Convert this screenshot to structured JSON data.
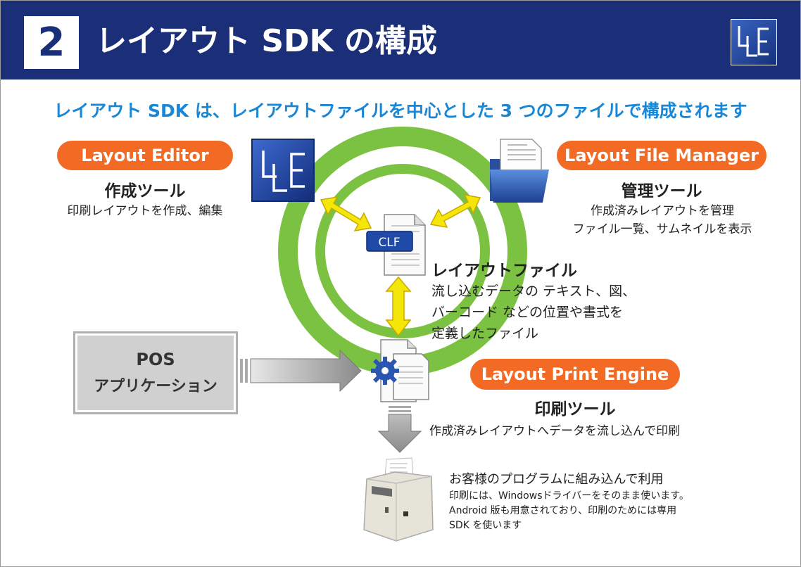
{
  "header": {
    "number": "2",
    "title": "レイアウト SDK の構成"
  },
  "subtitle": "レイアウト SDK は、レイアウトファイルを中心とした 3 つのファイルで構成されます",
  "editor": {
    "name": "Layout Editor",
    "tool": "作成ツール",
    "desc": "印刷レイアウトを作成、編集"
  },
  "manager": {
    "name": "Layout File Manager",
    "tool": "管理ツール",
    "desc_lines": [
      "作成済みレイアウトを管理",
      "ファイル一覧、サムネイルを表示"
    ]
  },
  "layout_file": {
    "badge": "CLF",
    "title": "レイアウトファイル",
    "desc_lines": [
      "流し込むデータの テキスト、図、",
      "バーコード などの位置や書式を",
      "定義したファイル"
    ]
  },
  "pos": {
    "line1": "POS",
    "line2": "アプリケーション"
  },
  "engine": {
    "name": "Layout Print Engine",
    "tool": "印刷ツール",
    "desc": "作成済みレイアウトへデータを流し込んで印刷"
  },
  "usage": {
    "title": "お客様のプログラムに組み込んで利用",
    "desc_lines": [
      "印刷には、Windowsドライバーをそのまま使います。",
      "Android 版も用意されており、印刷のためには専用",
      "SDK を使います"
    ]
  },
  "colors": {
    "header_bg": "#1b2f78",
    "subtitle": "#1a87d6",
    "pill": "#f26a24",
    "ring": "#7cc242",
    "arrow_yellow": "#f5e60a",
    "arrow_gray": "#9a9a9a"
  }
}
